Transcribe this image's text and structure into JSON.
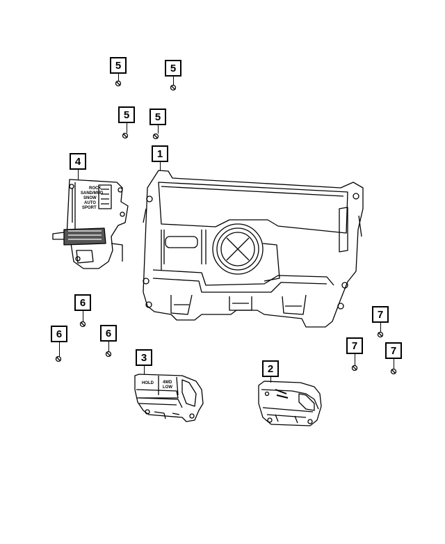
{
  "callouts": [
    {
      "id": "c5a",
      "label": "5"
    },
    {
      "id": "c5b",
      "label": "5"
    },
    {
      "id": "c5c",
      "label": "5"
    },
    {
      "id": "c5d",
      "label": "5"
    },
    {
      "id": "c1",
      "label": "1"
    },
    {
      "id": "c4",
      "label": "4"
    },
    {
      "id": "c6a",
      "label": "6"
    },
    {
      "id": "c6b",
      "label": "6"
    },
    {
      "id": "c6c",
      "label": "6"
    },
    {
      "id": "c3",
      "label": "3"
    },
    {
      "id": "c2",
      "label": "2"
    },
    {
      "id": "c7a",
      "label": "7"
    },
    {
      "id": "c7b",
      "label": "7"
    },
    {
      "id": "c7c",
      "label": "7"
    }
  ],
  "selector_labels": [
    "ROCK",
    "SAND/MUD",
    "SNOW",
    "AUTO",
    "SPORT"
  ],
  "switch3_labels": {
    "hold": "HOLD",
    "fourwd": "4WD",
    "low": "LOW"
  }
}
